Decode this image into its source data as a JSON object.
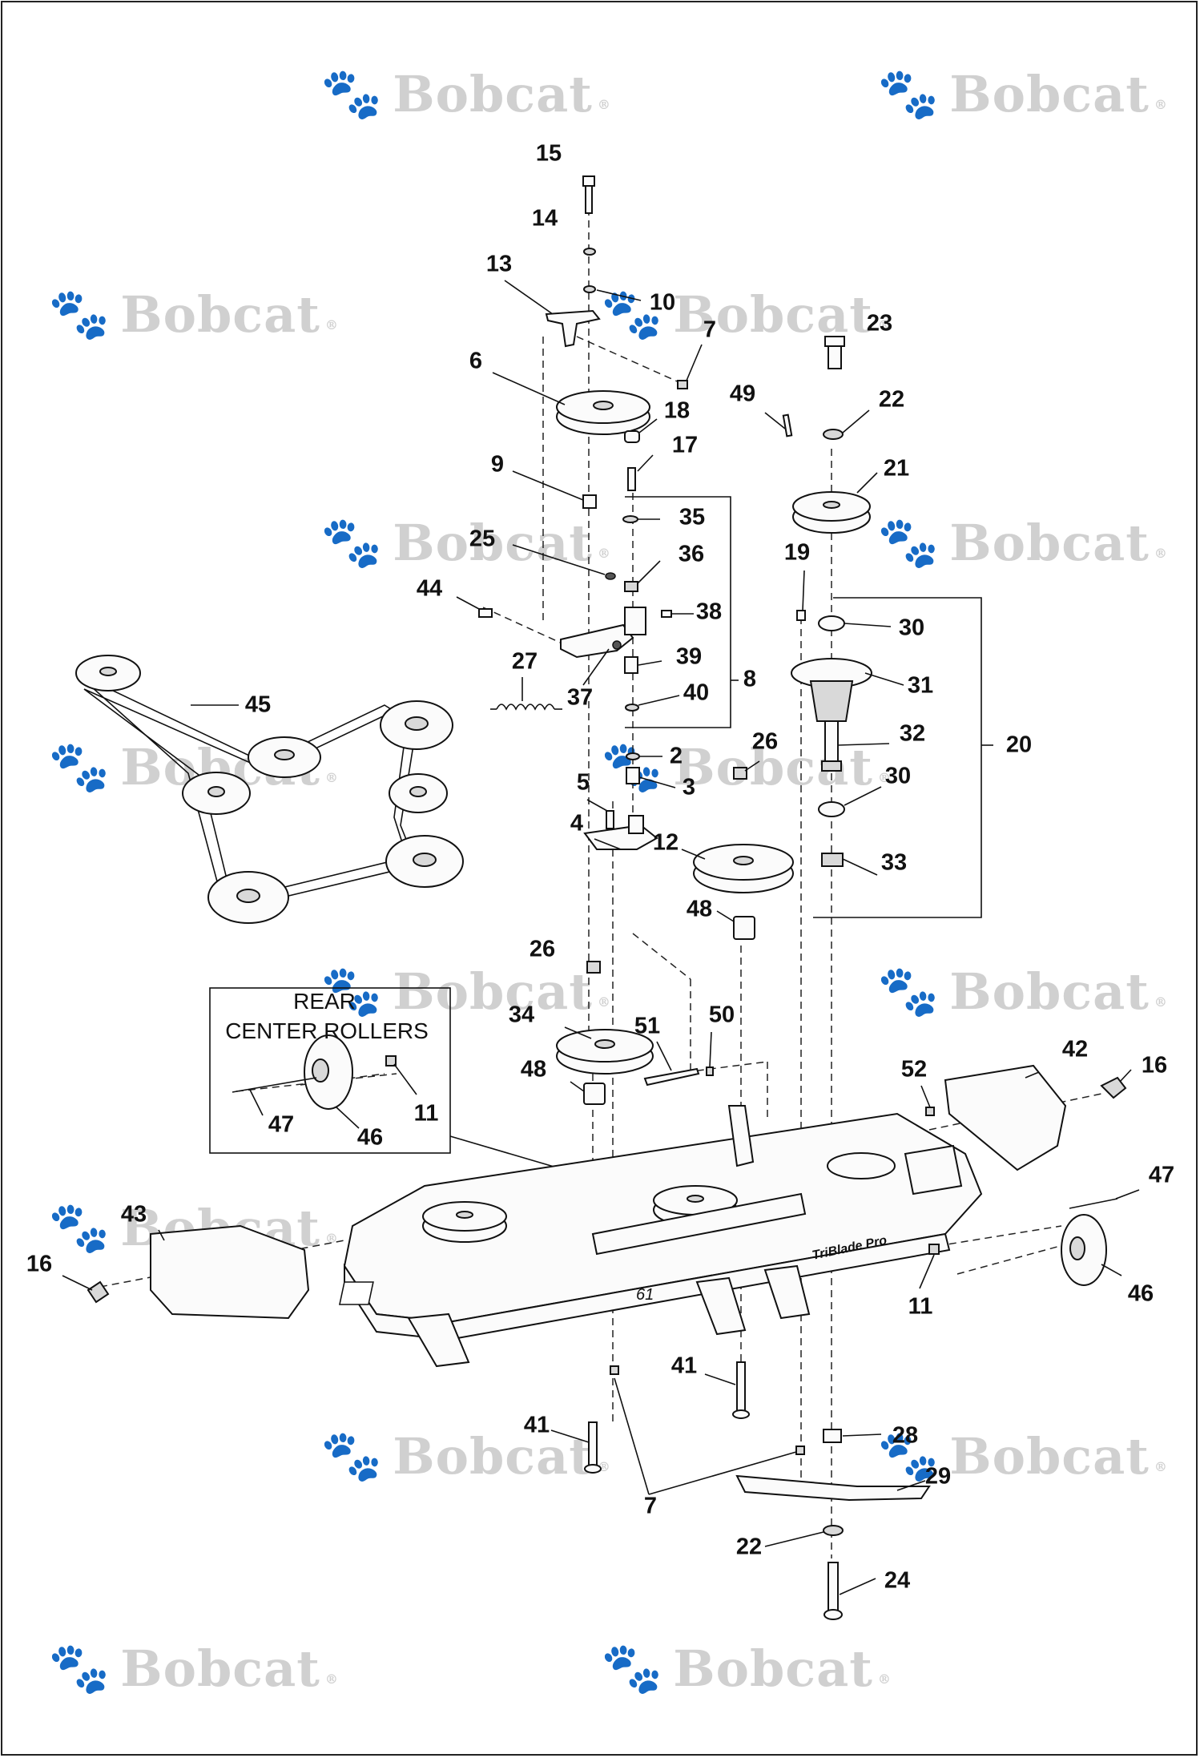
{
  "watermark": {
    "text": "Bobcat",
    "registered_mark": "®"
  },
  "inset": {
    "title_line1": "REAR",
    "title_line2": "CENTER ROLLERS"
  },
  "deck": {
    "size_label": "61",
    "brand_label": "TriBlade Pro"
  },
  "callouts": [
    {
      "id": "c15",
      "label": "15"
    },
    {
      "id": "c14",
      "label": "14"
    },
    {
      "id": "c13",
      "label": "13"
    },
    {
      "id": "c10",
      "label": "10"
    },
    {
      "id": "c7a",
      "label": "7"
    },
    {
      "id": "c6",
      "label": "6"
    },
    {
      "id": "c18",
      "label": "18"
    },
    {
      "id": "c17",
      "label": "17"
    },
    {
      "id": "c9",
      "label": "9"
    },
    {
      "id": "c35",
      "label": "35"
    },
    {
      "id": "c25",
      "label": "25"
    },
    {
      "id": "c36",
      "label": "36"
    },
    {
      "id": "c44",
      "label": "44"
    },
    {
      "id": "c38",
      "label": "38"
    },
    {
      "id": "c27",
      "label": "27"
    },
    {
      "id": "c39",
      "label": "39"
    },
    {
      "id": "c37",
      "label": "37"
    },
    {
      "id": "c40",
      "label": "40"
    },
    {
      "id": "c8",
      "label": "8"
    },
    {
      "id": "c45",
      "label": "45"
    },
    {
      "id": "c2",
      "label": "2"
    },
    {
      "id": "c5",
      "label": "5"
    },
    {
      "id": "c3",
      "label": "3"
    },
    {
      "id": "c4",
      "label": "4"
    },
    {
      "id": "c12",
      "label": "12"
    },
    {
      "id": "c26a",
      "label": "26"
    },
    {
      "id": "c48a",
      "label": "48"
    },
    {
      "id": "c23",
      "label": "23"
    },
    {
      "id": "c49",
      "label": "49"
    },
    {
      "id": "c22a",
      "label": "22"
    },
    {
      "id": "c21",
      "label": "21"
    },
    {
      "id": "c19",
      "label": "19"
    },
    {
      "id": "c30a",
      "label": "30"
    },
    {
      "id": "c31",
      "label": "31"
    },
    {
      "id": "c32",
      "label": "32"
    },
    {
      "id": "c20",
      "label": "20"
    },
    {
      "id": "c30b",
      "label": "30"
    },
    {
      "id": "c33",
      "label": "33"
    },
    {
      "id": "c26b",
      "label": "26"
    },
    {
      "id": "c34",
      "label": "34"
    },
    {
      "id": "c51",
      "label": "51"
    },
    {
      "id": "c50",
      "label": "50"
    },
    {
      "id": "c48b",
      "label": "48"
    },
    {
      "id": "c47a",
      "label": "47"
    },
    {
      "id": "c46a",
      "label": "46"
    },
    {
      "id": "c11a",
      "label": "11"
    },
    {
      "id": "c52",
      "label": "52"
    },
    {
      "id": "c42",
      "label": "42"
    },
    {
      "id": "c16a",
      "label": "16"
    },
    {
      "id": "c47b",
      "label": "47"
    },
    {
      "id": "c43",
      "label": "43"
    },
    {
      "id": "c16b",
      "label": "16"
    },
    {
      "id": "c11b",
      "label": "11"
    },
    {
      "id": "c46b",
      "label": "46"
    },
    {
      "id": "c41a",
      "label": "41"
    },
    {
      "id": "c41b",
      "label": "41"
    },
    {
      "id": "c28",
      "label": "28"
    },
    {
      "id": "c7b",
      "label": "7"
    },
    {
      "id": "c29",
      "label": "29"
    },
    {
      "id": "c22b",
      "label": "22"
    },
    {
      "id": "c24",
      "label": "24"
    }
  ]
}
